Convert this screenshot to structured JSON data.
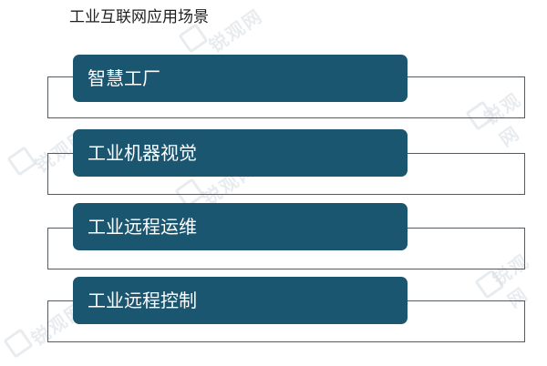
{
  "title": "工业互联网应用场景",
  "accent_color": "#1b5670",
  "items": [
    {
      "label": "智慧工厂"
    },
    {
      "label": "工业机器视觉"
    },
    {
      "label": "工业远程运维"
    },
    {
      "label": "工业远程控制"
    }
  ],
  "watermark": {
    "text": "锐观网"
  }
}
